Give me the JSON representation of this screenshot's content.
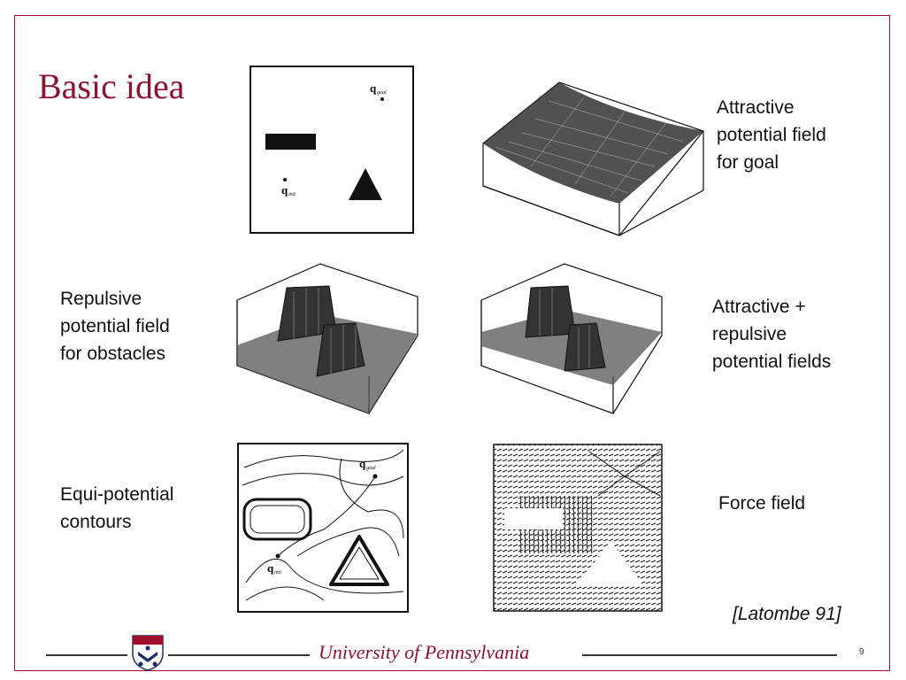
{
  "slide": {
    "title": "Basic idea",
    "captions": {
      "attractive": [
        "Attractive",
        "potential field",
        "for goal"
      ],
      "repulsive": [
        "Repulsive",
        "potential field",
        "for obstacles"
      ],
      "combined": [
        "Attractive +",
        "repulsive",
        "potential fields"
      ],
      "contours": [
        "Equi-potential",
        "contours"
      ],
      "force": [
        "Force field"
      ]
    },
    "figure_labels": {
      "goal": "q",
      "goal_sub": "goal",
      "init_sub": "init"
    },
    "citation": "[Latombe 91]",
    "footer": "University of Pennsylvania",
    "page_number": "9"
  },
  "colors": {
    "accent": "#8e1230",
    "frame": "#a0102c"
  }
}
